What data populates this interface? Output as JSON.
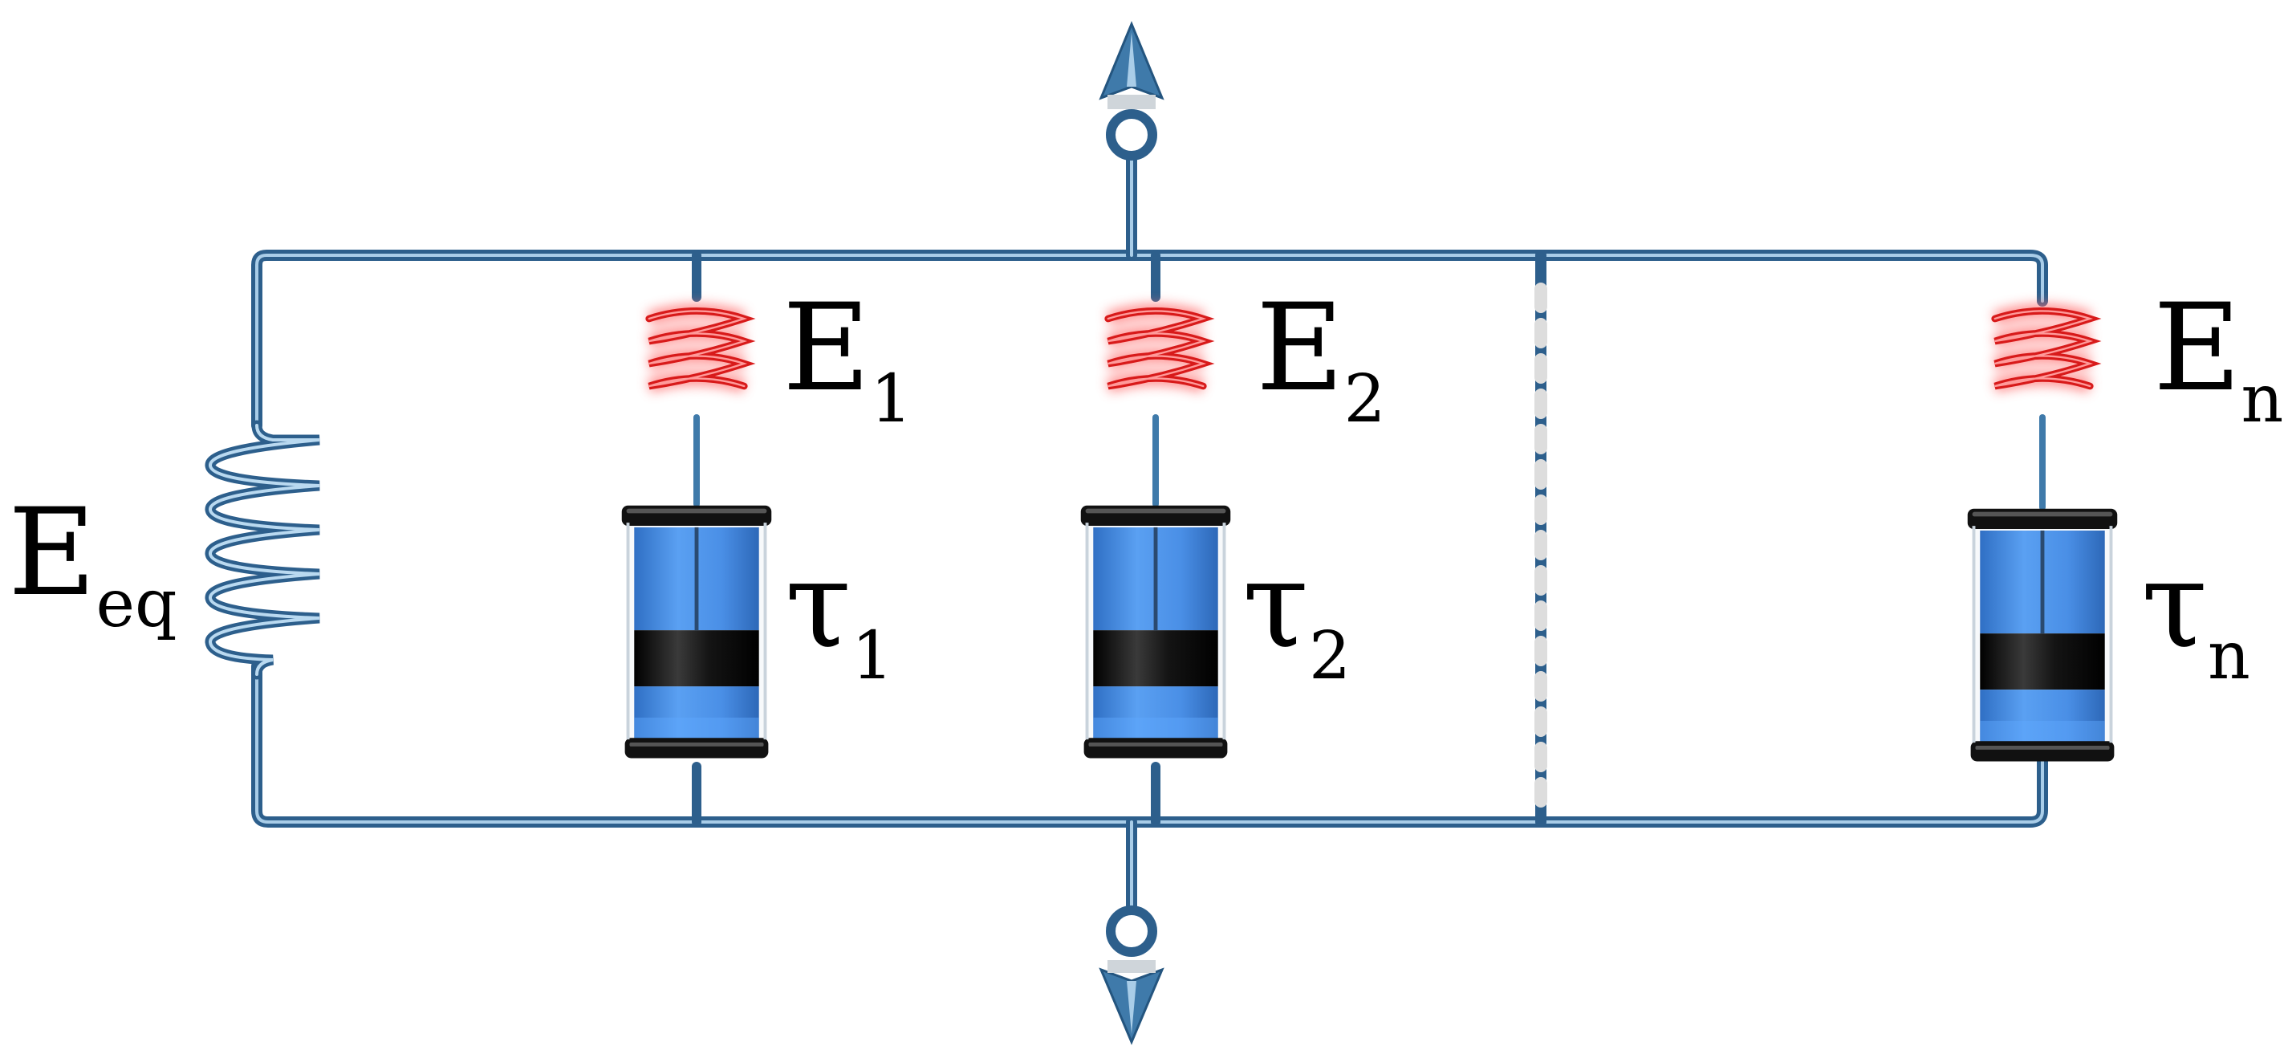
{
  "labels": {
    "eq": {
      "main": "E",
      "sub": "eq"
    },
    "e1": {
      "main": "E",
      "sub": "1"
    },
    "e2": {
      "main": "E",
      "sub": "2"
    },
    "en": {
      "main": "E",
      "sub": "n"
    },
    "tau1": {
      "main": "τ",
      "sub": "1"
    },
    "tau2": {
      "main": "τ",
      "sub": "2"
    },
    "taun": {
      "main": "τ",
      "sub": "n"
    }
  },
  "colors": {
    "wire": "#3f7aaa",
    "wire_highlight": "#a9cde8",
    "spring_red": "#ff3b3b",
    "spring_glow": "#ff8080",
    "fluid_blue": "#4a8fe6",
    "damper_black": "#111111"
  }
}
